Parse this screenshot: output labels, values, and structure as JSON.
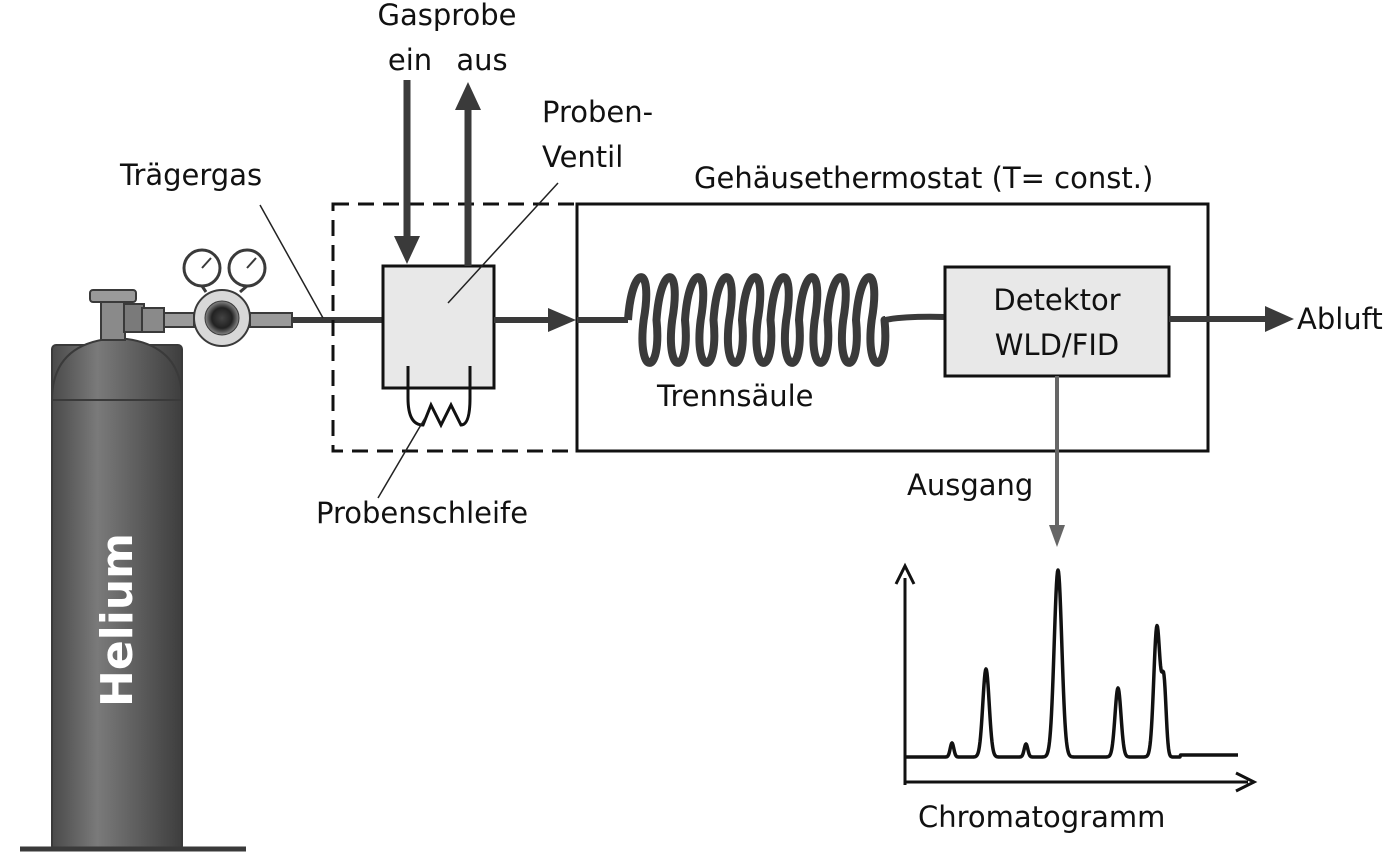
{
  "labels": {
    "gas_sample": "Gasprobe",
    "inlet": "ein",
    "outlet": "aus",
    "sample_valve_line1": "Proben-",
    "sample_valve_line2": "Ventil",
    "carrier_gas": "Trägergas",
    "oven": "Gehäusethermostat (T= const.)",
    "detector_line1": "Detektor",
    "detector_line2": "WLD/FID",
    "exhaust": "Abluft",
    "column": "Trennsäule",
    "sample_loop": "Probenschleife",
    "output": "Ausgang",
    "cylinder": "Helium",
    "chromatogram": "Chromatogramm"
  },
  "colors": {
    "line": "#3a3a3a",
    "box_fill": "#e8e8e8",
    "cylinder": "#5a5a5a"
  }
}
